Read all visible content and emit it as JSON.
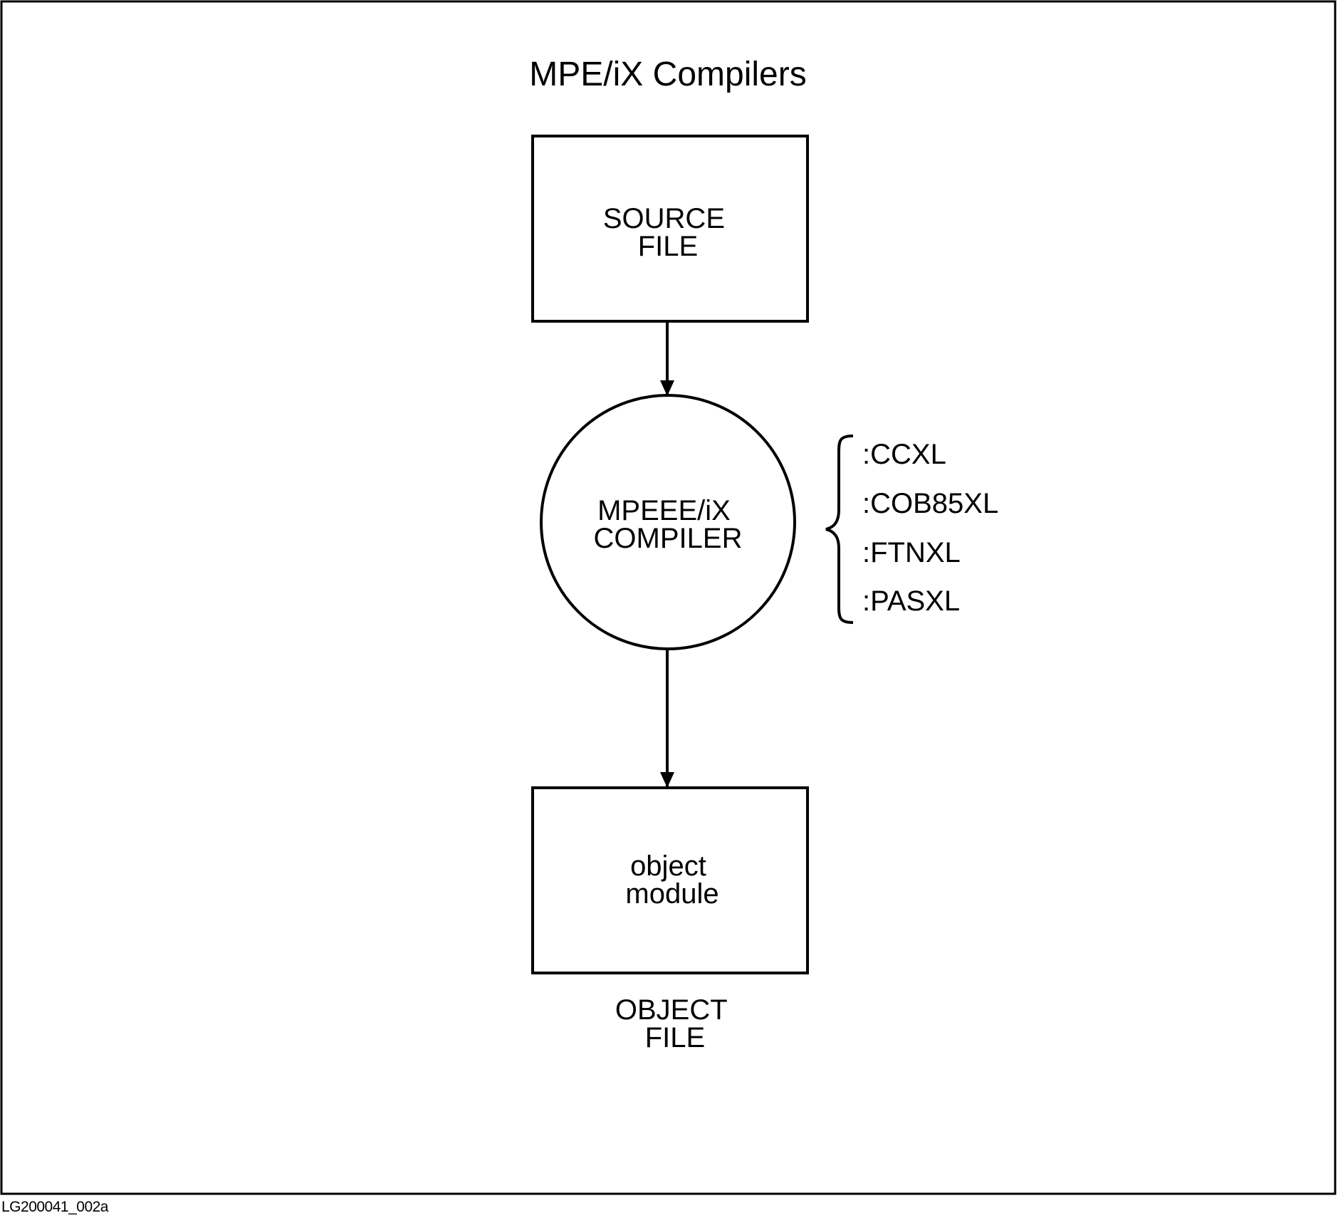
{
  "diagram": {
    "title": "MPE/iX Compilers",
    "source_box": {
      "lines": [
        "SOURCE",
        "FILE"
      ]
    },
    "compiler": {
      "lines": [
        "MPEEE/iX",
        "COMPILER"
      ]
    },
    "compiler_commands": [
      ":CCXL",
      ":COB85XL",
      ":FTNXL",
      ":PASXL"
    ],
    "object_box": {
      "lines": [
        "object",
        "module"
      ]
    },
    "object_caption": {
      "lines": [
        "OBJECT",
        "FILE"
      ]
    },
    "figure_id": "LG200041_002a"
  },
  "colors": {
    "ink": "#000000",
    "paper": "#ffffff"
  }
}
